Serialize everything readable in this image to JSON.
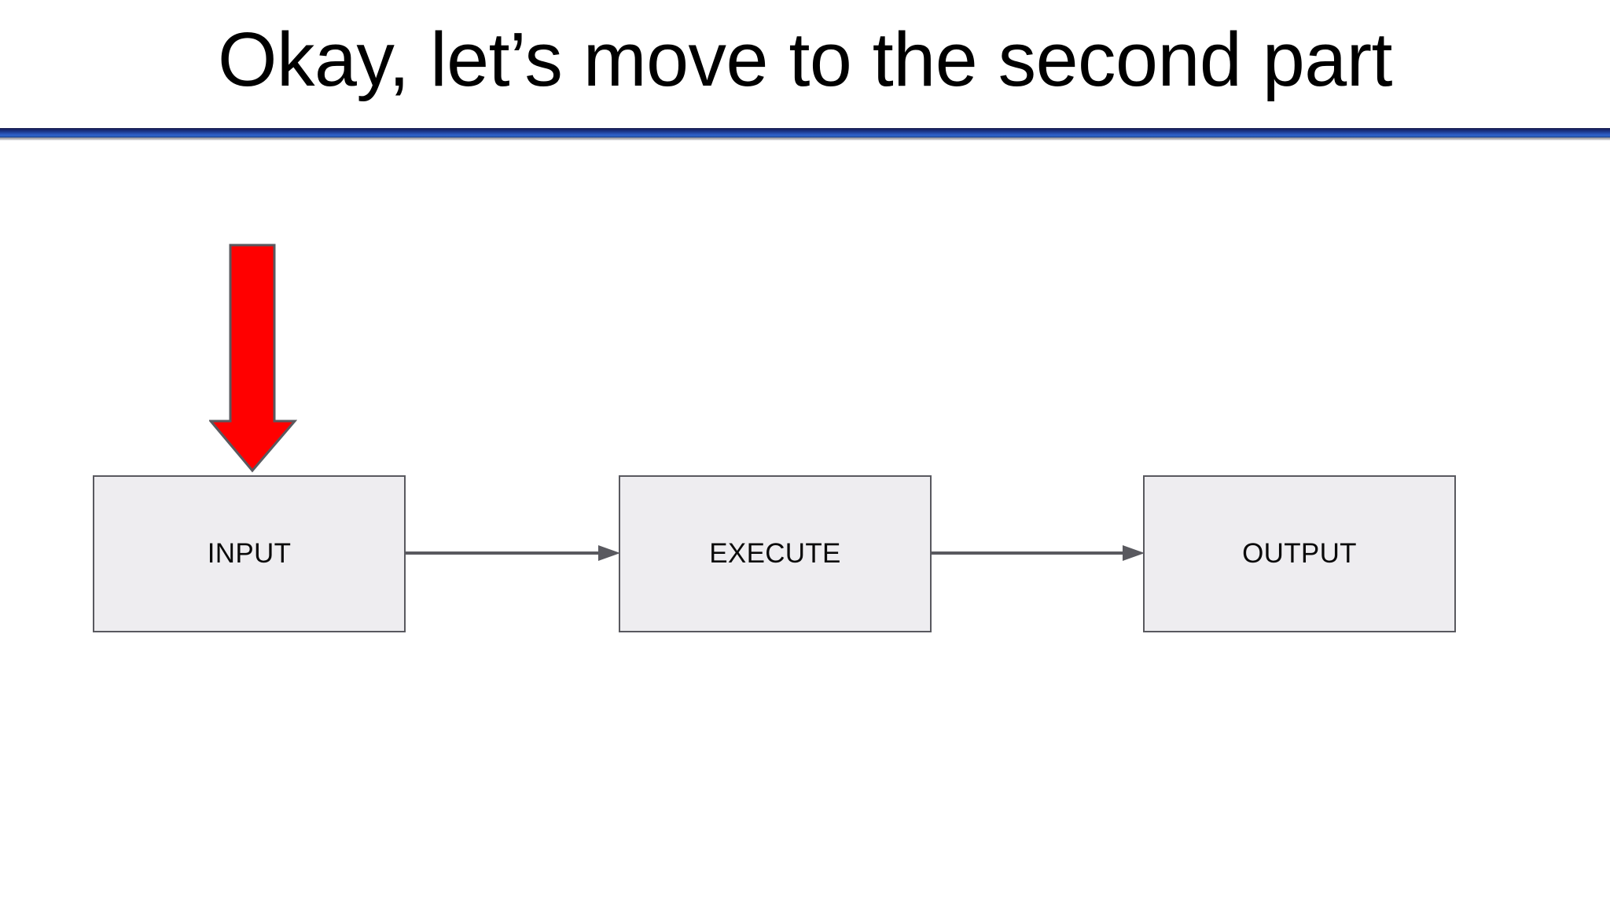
{
  "slide": {
    "title": "Okay, let’s move to the second part",
    "background_color": "#ffffff",
    "divider": {
      "name": "title-divider",
      "color_top": "#1a1f4e",
      "color_mid": "#2f63cc",
      "color_bottom": "#1e3f84"
    }
  },
  "annotation": {
    "arrow": {
      "icon": "down-arrow-icon",
      "direction": "down",
      "fill_color": "#ff0000",
      "outline_color": "#59595f",
      "points_at": "INPUT"
    }
  },
  "diagram": {
    "type": "flow",
    "connector_color": "#59595f",
    "box_fill_color": "#eeedf0",
    "box_border_color": "#59595f",
    "nodes": [
      {
        "id": "input",
        "label": "INPUT"
      },
      {
        "id": "execute",
        "label": "EXECUTE"
      },
      {
        "id": "output",
        "label": "OUTPUT"
      }
    ],
    "edges": [
      {
        "id": "edge-1",
        "from": "INPUT",
        "to": "EXECUTE",
        "icon": "arrow-right-icon"
      },
      {
        "id": "edge-2",
        "from": "EXECUTE",
        "to": "OUTPUT",
        "icon": "arrow-right-icon"
      }
    ]
  }
}
